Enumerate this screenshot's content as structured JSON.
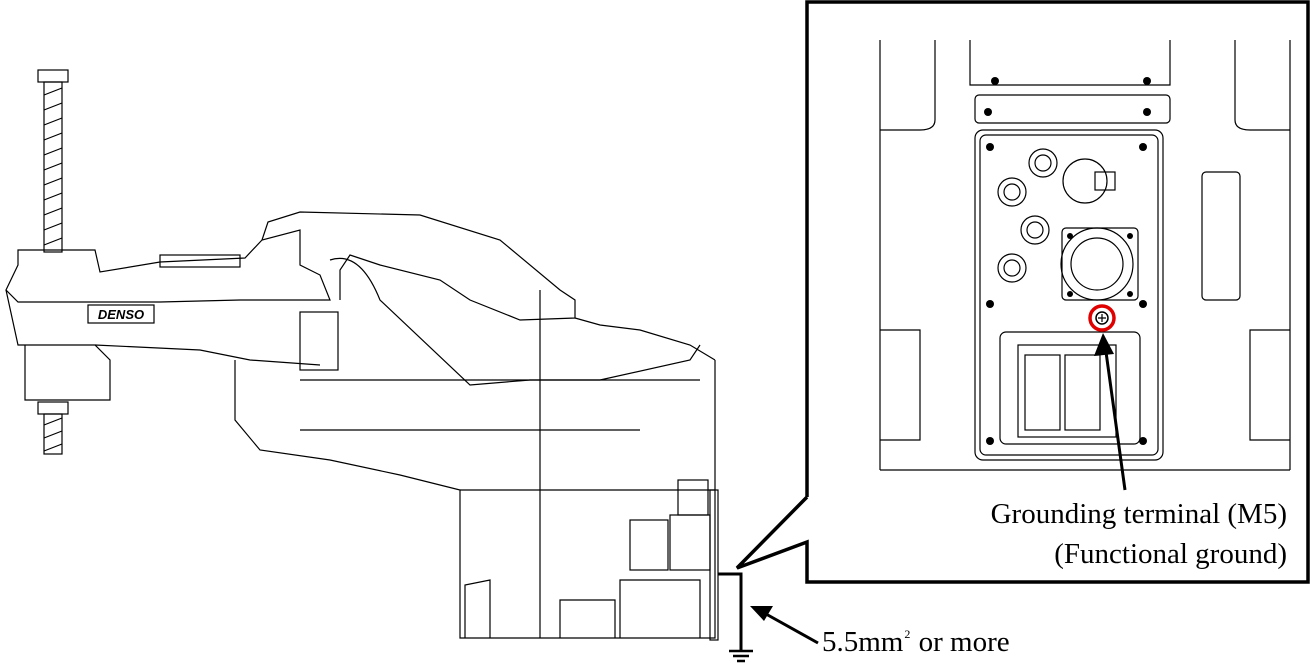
{
  "callout": {
    "terminal_label": "Grounding terminal (M5)",
    "terminal_sublabel": "(Functional ground)"
  },
  "wire": {
    "size_label": "5.5mm",
    "size_superscript": "2",
    "size_suffix": " or more"
  },
  "robot": {
    "logo_text": "DENSO"
  },
  "colors": {
    "highlight": "#e00000",
    "line": "#000000"
  }
}
